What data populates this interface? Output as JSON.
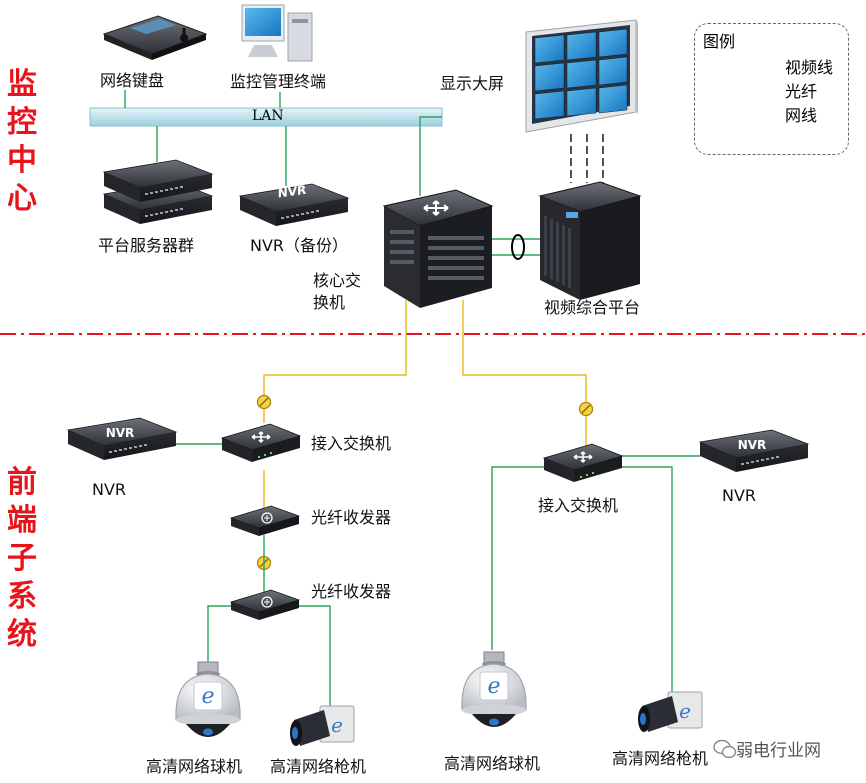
{
  "sections": {
    "control_center": "监控中心",
    "front_end": "前端子系统"
  },
  "legend": {
    "title": "图例",
    "video_line": "视频线",
    "fiber": "光纤",
    "network_cable": "网线"
  },
  "lan_label": "LAN",
  "devices": {
    "network_keyboard": "网络键盘",
    "monitor_terminal": "监控管理终端",
    "display_wall": "显示大屏",
    "server_cluster": "平台服务器群",
    "nvr_backup": "NVR（备份）",
    "core_switch": "核心交\n换机",
    "video_platform": "视频综合平台",
    "access_switch_left": "接入交换机",
    "access_switch_right": "接入交换机",
    "nvr_left": "NVR",
    "nvr_right": "NVR",
    "fiber_transceiver_1": "光纤收发器",
    "fiber_transceiver_2": "光纤收发器",
    "dome_camera_left": "高清网络球机",
    "bullet_camera_left": "高清网络枪机",
    "dome_camera_right": "高清网络球机",
    "bullet_camera_right": "高清网络枪机",
    "nvr_badge": "NVR"
  },
  "watermark": "弱电行业网",
  "colors": {
    "fiber": "#e8b817",
    "network": "#2aa35a",
    "video": "#444444",
    "accent_red": "#e8141b"
  }
}
